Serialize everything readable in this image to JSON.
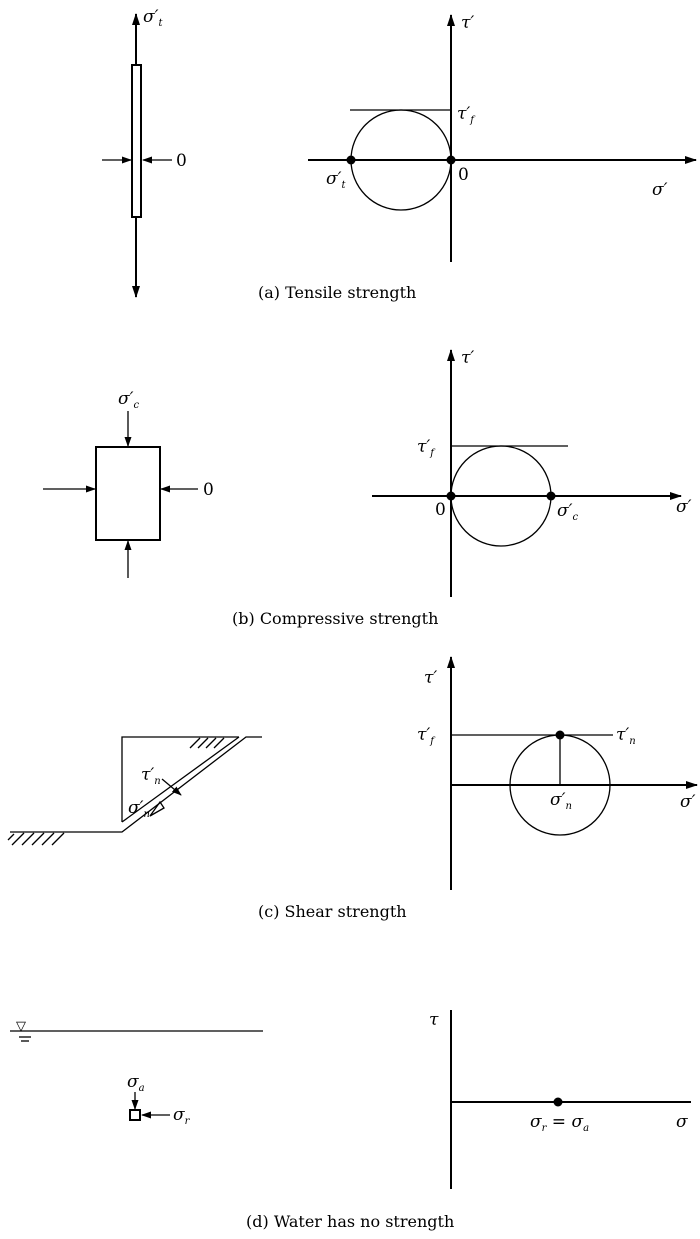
{
  "colors": {
    "ink": "#000000",
    "paper": "#ffffff"
  },
  "a": {
    "caption": "(a)  Tensile strength",
    "specimen_top_load": "σ",
    "specimen_top_load_prime": "′",
    "specimen_top_load_sub": "t",
    "specimen_lateral": "0",
    "tau_axis": "τ′",
    "sigma_axis": "σ′",
    "tau_f": "τ",
    "tau_f_prime": "′",
    "tau_f_sub": "f",
    "sigma_t": "σ",
    "sigma_t_prime": "′",
    "sigma_t_sub": "t",
    "origin": "0"
  },
  "b": {
    "caption": "(b)  Compressive strength",
    "specimen_top_load": "σ",
    "specimen_top_load_prime": "′",
    "specimen_top_load_sub": "c",
    "specimen_lateral": "0",
    "tau_axis": "τ′",
    "sigma_axis": "σ′",
    "tau_f": "τ",
    "tau_f_prime": "′",
    "tau_f_sub": "f",
    "origin": "0",
    "sigma_c": "σ",
    "sigma_c_prime": "′",
    "sigma_c_sub": "c"
  },
  "c": {
    "caption": "(c)  Shear strength",
    "slope_tau": "τ",
    "slope_tau_prime": "′",
    "slope_tau_sub": "n",
    "slope_sigma": "σ",
    "slope_sigma_prime": "′",
    "slope_sigma_sub": "n",
    "tau_axis": "τ′",
    "sigma_axis": "σ′",
    "tau_f": "τ",
    "tau_f_prime": "′",
    "tau_f_sub": "f",
    "tau_n": "τ",
    "tau_n_prime": "′",
    "tau_n_sub": "n",
    "sigma_n": "σ",
    "sigma_n_prime": "′",
    "sigma_n_sub": "n"
  },
  "d": {
    "caption": "(d)  Water has no strength",
    "water_surface_symbol": "▽",
    "sigma_a": "σ",
    "sigma_a_sub": "a",
    "sigma_r": "σ",
    "sigma_r_sub": "r",
    "tau_axis": "τ",
    "sigma_axis": "σ",
    "point_label_left": "σ",
    "point_label_left_sub": "r",
    "point_label_eq": " = ",
    "point_label_right": "σ",
    "point_label_right_sub": "a"
  }
}
